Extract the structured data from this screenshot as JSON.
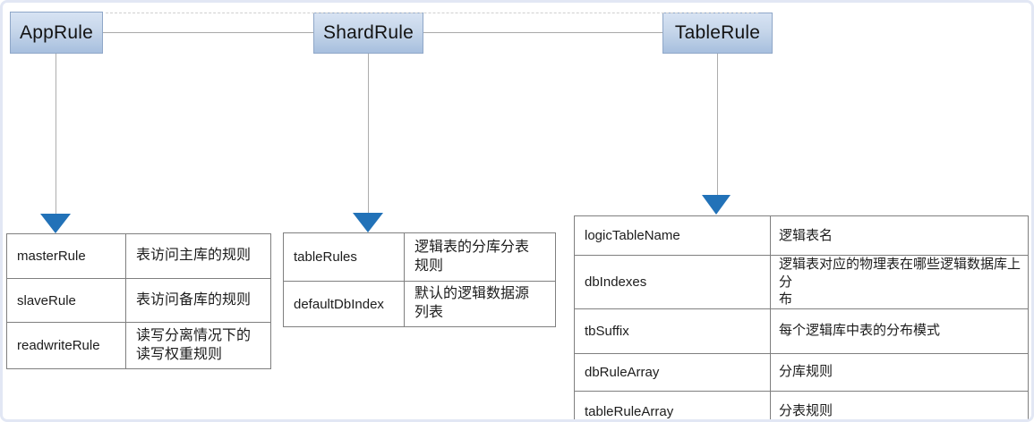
{
  "nodes": [
    {
      "label": "AppRule"
    },
    {
      "label": "ShardRule"
    },
    {
      "label": "TableRule"
    }
  ],
  "tables": [
    {
      "name": "appRule-fields",
      "rows": [
        {
          "field": "masterRule",
          "desc": "表访问主库的规则"
        },
        {
          "field": "slaveRule",
          "desc": "表访问备库的规则"
        },
        {
          "field": "readwriteRule",
          "desc": "读写分离情况下的\n读写权重规则"
        }
      ]
    },
    {
      "name": "shardRule-fields",
      "rows": [
        {
          "field": "tableRules",
          "desc": "逻辑表的分库分表\n规则"
        },
        {
          "field": "defaultDbIndex",
          "desc": "默认的逻辑数据源\n列表"
        }
      ]
    },
    {
      "name": "tableRule-fields",
      "rows": [
        {
          "field": "logicTableName",
          "desc": "逻辑表名"
        },
        {
          "field": "dbIndexes",
          "desc": "逻辑表对应的物理表在哪些逻辑数据库上分\n布"
        },
        {
          "field": "tbSuffix",
          "desc": "每个逻辑库中表的分布模式"
        },
        {
          "field": "dbRuleArray",
          "desc": "分库规则"
        },
        {
          "field": "tableRuleArray",
          "desc": "分表规则"
        }
      ]
    }
  ],
  "colors": {
    "arrow_blue": "#2272b8",
    "node_gradient_top": "#d7e3f3",
    "node_gradient_bottom": "#a7bfde",
    "node_border": "#8fa7c8",
    "connector_gray": "#a9a9a9",
    "table_border": "#7f7f7f",
    "page_border": "#e2e7f4"
  }
}
